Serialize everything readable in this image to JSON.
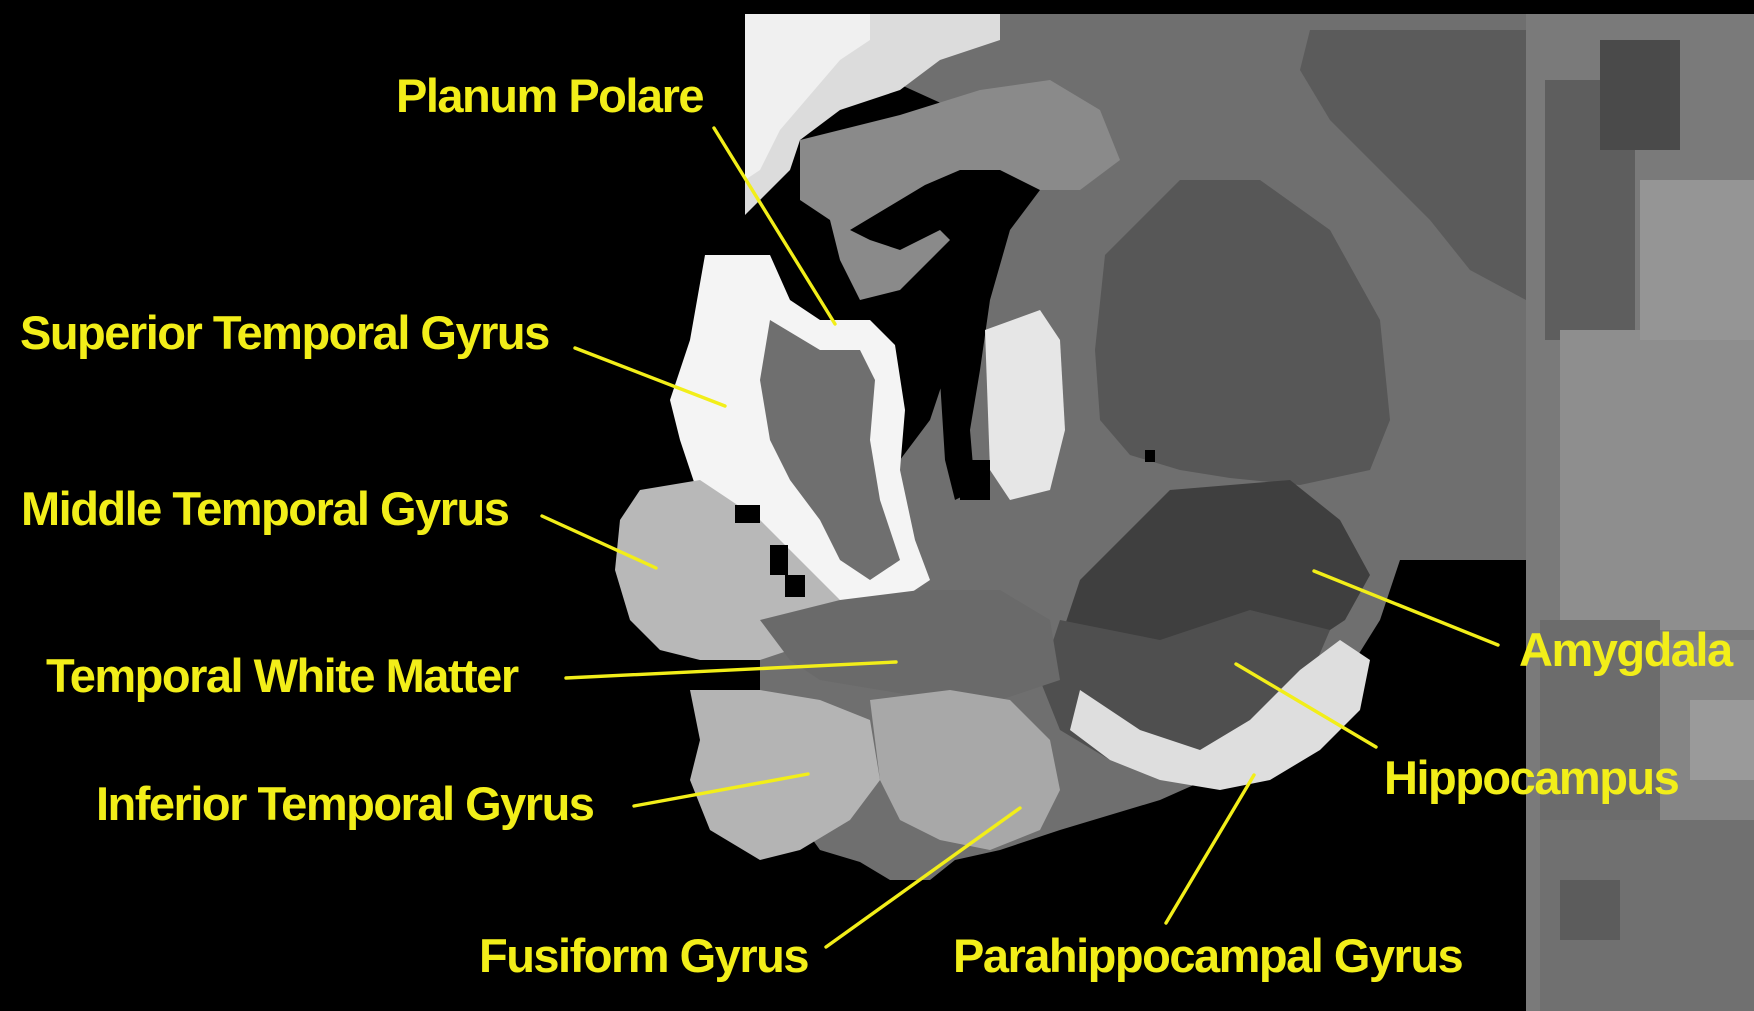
{
  "figure": {
    "colors": {
      "background": "#000000",
      "label_text": "#f2ee19",
      "leader_line": "#f2ee19",
      "gray_matter_light": "#f4f4f4",
      "gray_matter": "#b8b8b8",
      "cortex_mid": "#8a8a8a",
      "white_matter": "#6f6f6f",
      "deep_structure": "#5a5a5a",
      "amygdala_region": "#3f3f3f",
      "adjacent_tissue": "#777777"
    },
    "labels": {
      "planum_polare": "Planum Polare",
      "superior_temporal_gyrus": "Superior Temporal Gyrus",
      "middle_temporal_gyrus": "Middle Temporal Gyrus",
      "temporal_white_matter": "Temporal White Matter",
      "inferior_temporal_gyrus": "Inferior Temporal Gyrus",
      "fusiform_gyrus": "Fusiform Gyrus",
      "parahippocampal_gyrus": "Parahippocampal Gyrus",
      "amygdala": "Amygdala",
      "hippocampus": "Hippocampus"
    }
  }
}
